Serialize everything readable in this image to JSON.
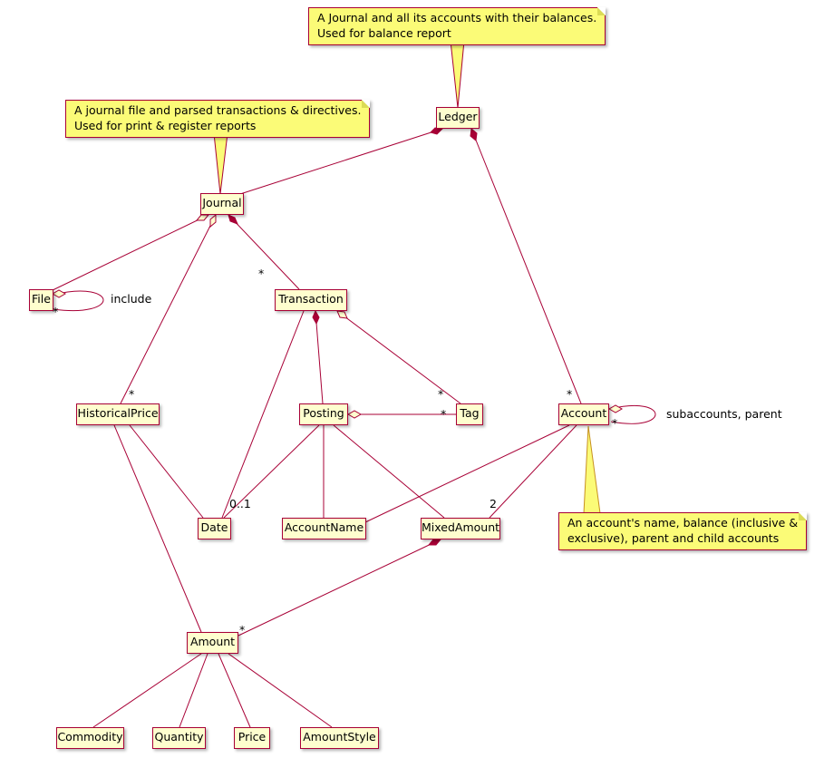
{
  "diagram": {
    "colors": {
      "class_bg": "#FEFECE",
      "class_border": "#A80036",
      "note_bg": "#FBFB77",
      "line": "#A80036",
      "note_link": "#C79121"
    },
    "nodes": [
      {
        "label": "Ledger"
      },
      {
        "label": "Journal"
      },
      {
        "label": "File"
      },
      {
        "label": "Transaction"
      },
      {
        "label": "HistoricalPrice"
      },
      {
        "label": "Posting"
      },
      {
        "label": "Tag"
      },
      {
        "label": "Account"
      },
      {
        "label": "Date"
      },
      {
        "label": "AccountName"
      },
      {
        "label": "MixedAmount"
      },
      {
        "label": "Amount"
      },
      {
        "label": "Commodity"
      },
      {
        "label": "Quantity"
      },
      {
        "label": "Price"
      },
      {
        "label": "AmountStyle"
      }
    ],
    "notes": [
      {
        "text": "A Journal and all its accounts with their balances.\nUsed for balance report"
      },
      {
        "text": "A journal file and parsed transactions & directives.\nUsed for print & register reports"
      },
      {
        "text": "An account's name, balance (inclusive &\nexclusive), parent and child accounts"
      }
    ],
    "labels": [
      {
        "text": "include"
      },
      {
        "text": "*"
      },
      {
        "text": "*"
      },
      {
        "text": "*"
      },
      {
        "text": "*"
      },
      {
        "text": "*"
      },
      {
        "text": "*"
      },
      {
        "text": "subaccounts, parent"
      },
      {
        "text": "*"
      },
      {
        "text": "0..1"
      },
      {
        "text": "2"
      },
      {
        "text": "*"
      }
    ],
    "edges": [
      {
        "from": "Ledger",
        "to": "Journal",
        "type": "composition"
      },
      {
        "from": "Ledger",
        "to": "Account",
        "type": "composition",
        "multiplicity": "*"
      },
      {
        "from": "Journal",
        "to": "File",
        "type": "aggregation"
      },
      {
        "from": "File",
        "to": "File",
        "type": "aggregation",
        "label": "include",
        "multiplicity": "*"
      },
      {
        "from": "Journal",
        "to": "Transaction",
        "type": "composition",
        "multiplicity": "*"
      },
      {
        "from": "Journal",
        "to": "HistoricalPrice",
        "type": "aggregation",
        "multiplicity": "*"
      },
      {
        "from": "Transaction",
        "to": "Posting",
        "type": "composition"
      },
      {
        "from": "Transaction",
        "to": "Tag",
        "type": "aggregation",
        "multiplicity": "*"
      },
      {
        "from": "Transaction",
        "to": "Date",
        "type": "association"
      },
      {
        "from": "Posting",
        "to": "Tag",
        "type": "aggregation",
        "multiplicity": "*"
      },
      {
        "from": "Posting",
        "to": "Date",
        "type": "association",
        "multiplicity": "0..1"
      },
      {
        "from": "Posting",
        "to": "AccountName",
        "type": "association"
      },
      {
        "from": "Posting",
        "to": "MixedAmount",
        "type": "association"
      },
      {
        "from": "Account",
        "to": "AccountName",
        "type": "association"
      },
      {
        "from": "Account",
        "to": "MixedAmount",
        "type": "association",
        "multiplicity": "2"
      },
      {
        "from": "Account",
        "to": "Account",
        "type": "aggregation",
        "label": "subaccounts, parent",
        "multiplicity": "*"
      },
      {
        "from": "HistoricalPrice",
        "to": "Date",
        "type": "association"
      },
      {
        "from": "HistoricalPrice",
        "to": "Amount",
        "type": "association"
      },
      {
        "from": "MixedAmount",
        "to": "Amount",
        "type": "composition",
        "multiplicity": "*"
      },
      {
        "from": "Amount",
        "to": "Commodity",
        "type": "association"
      },
      {
        "from": "Amount",
        "to": "Quantity",
        "type": "association"
      },
      {
        "from": "Amount",
        "to": "Price",
        "type": "association"
      },
      {
        "from": "Amount",
        "to": "AmountStyle",
        "type": "association"
      }
    ]
  }
}
